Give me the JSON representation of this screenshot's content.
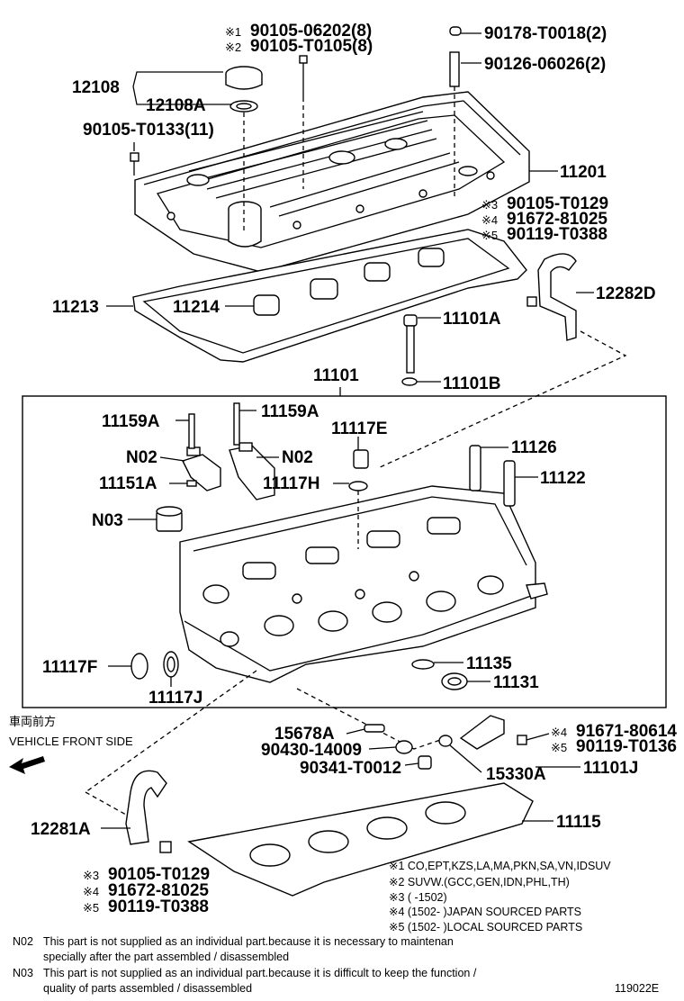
{
  "labels": {
    "p12108": "12108",
    "p12108A": "12108A",
    "bolt_cover_1": "90105-06202(8)",
    "bolt_cover_2": "90105-T0105(8)",
    "mark1": "※1",
    "mark2": "※2",
    "p90178": "90178-T0018(2)",
    "p90126": "90126-06026(2)",
    "p90105_t0133": "90105-T0133(11)",
    "p11201": "11201",
    "bracket_bolt_a": "90105-T0129",
    "bracket_bolt_b": "91672-81025",
    "bracket_bolt_c": "90119-T0388",
    "mark3": "※3",
    "mark4": "※4",
    "mark5": "※5",
    "p12282D": "12282D",
    "p11213": "11213",
    "p11214": "11214",
    "p11101A": "11101A",
    "p11101B": "11101B",
    "p11101": "11101",
    "p11159A_left": "11159A",
    "p11159A_right": "11159A",
    "p11117E": "11117E",
    "n02_left": "N02",
    "n02_right": "N02",
    "p11126": "11126",
    "p11151A": "11151A",
    "p11117H": "11117H",
    "p11122": "11122",
    "n03": "N03",
    "p11117F": "11117F",
    "p11117J": "11117J",
    "p11135": "11135",
    "p11131": "11131",
    "vehicle_front_jp": "車両前方",
    "vehicle_front_en": "VEHICLE FRONT SIDE",
    "p15678A": "15678A",
    "p90430": "90430-14009",
    "p90341": "90341-T0012",
    "p91671": "91671-80614",
    "p90119_t0136": "90119-T0136",
    "p15330A": "15330A",
    "p11101J": "11101J",
    "p12281A": "12281A",
    "p11115": "11115",
    "bracket2_bolt_a": "90105-T0129",
    "bracket2_bolt_b": "91672-81025",
    "bracket2_bolt_c": "90119-T0388"
  },
  "legend": {
    "l1": "※1 CO,EPT,KZS,LA,MA,PKN,SA,VN,IDSUV",
    "l2": "※2 SUVW.(GCC,GEN,IDN,PHL,TH)",
    "l3": "※3 (      -1502)",
    "l4": "※4 (1502-      )JAPAN SOURCED PARTS",
    "l5": "※5 (1502-      )LOCAL SOURCED PARTS"
  },
  "notes": {
    "n02_code": "N02",
    "n02_line1": "This part is not supplied as an individual part.because it is necessary to maintenan",
    "n02_line2": "specially after the part assembled / disassembled",
    "n03_code": "N03",
    "n03_line1": "This part is not supplied as an individual part.because it is difficult to keep the function /",
    "n03_line2": "quality of parts assembled / disassembled"
  },
  "diagram_id": "119022E"
}
